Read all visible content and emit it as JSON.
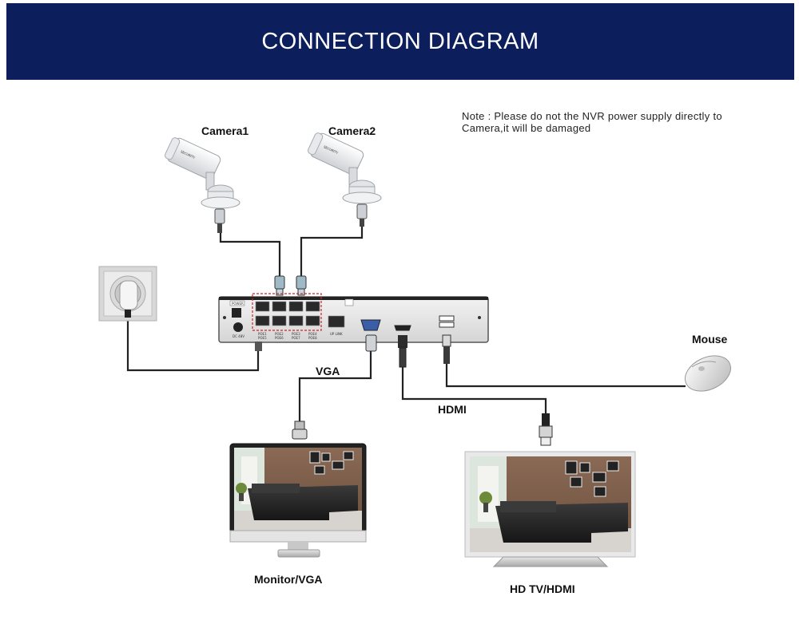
{
  "header": {
    "title": "CONNECTION DIAGRAM"
  },
  "note": "Note : Please do not the NVR power supply directly to Camera,it will be damaged",
  "labels": {
    "camera1": "Camera1",
    "camera2": "Camera2",
    "vga": "VGA",
    "hdmi": "HDMI",
    "mouse": "Mouse",
    "monitor": "Monitor/VGA",
    "tv": "HD TV/HDMI"
  },
  "nvr": {
    "power": "POWER",
    "dc": "DC 48V",
    "uplink": "UP LINK",
    "poe_labels": [
      "POE1\nPOE5",
      "POE2\nPOE6",
      "POE3\nPOE7",
      "POE4\nPOE8"
    ]
  },
  "colors": {
    "header_bg": "#0c1f5c",
    "header_text": "#ffffff",
    "cable": "#222222",
    "poe_highlight": "#d22222"
  },
  "icons": [
    "camera-icon",
    "power-outlet-icon",
    "nvr-icon",
    "mouse-icon",
    "monitor-icon",
    "tv-icon"
  ]
}
